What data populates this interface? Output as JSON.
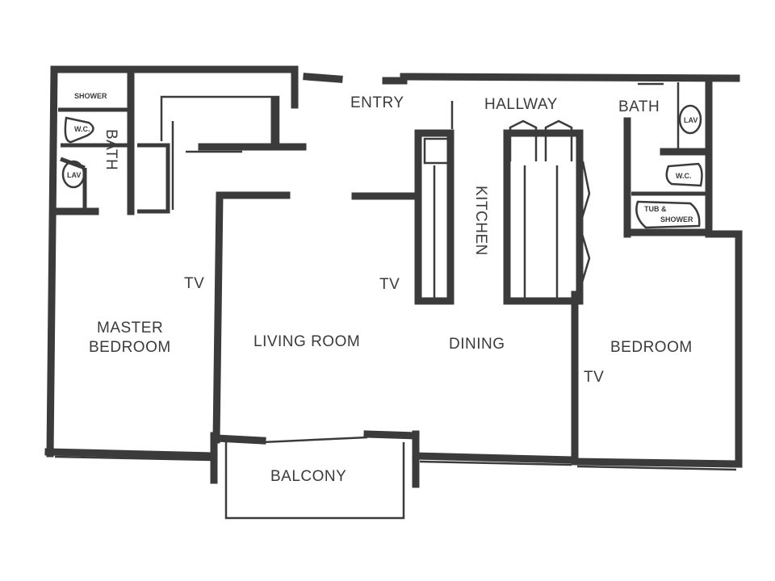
{
  "rooms": {
    "entry": "ENTRY",
    "hallway": "HALLWAY",
    "bath_right": "BATH",
    "bath_left": "BATH",
    "kitchen": "KITCHEN",
    "master_bedroom_line1": "MASTER",
    "master_bedroom_line2": "BEDROOM",
    "living_room": "LIVING ROOM",
    "dining": "DINING",
    "bedroom": "BEDROOM",
    "balcony": "BALCONY"
  },
  "fixtures": {
    "shower": "SHOWER",
    "wc_left": "W.C.",
    "lav_left": "LAV",
    "lav_right": "LAV",
    "wc_right": "W.C.",
    "tub_line1": "TUB &",
    "tub_line2": "SHOWER"
  },
  "tv_labels": [
    "TV",
    "TV",
    "TV"
  ]
}
